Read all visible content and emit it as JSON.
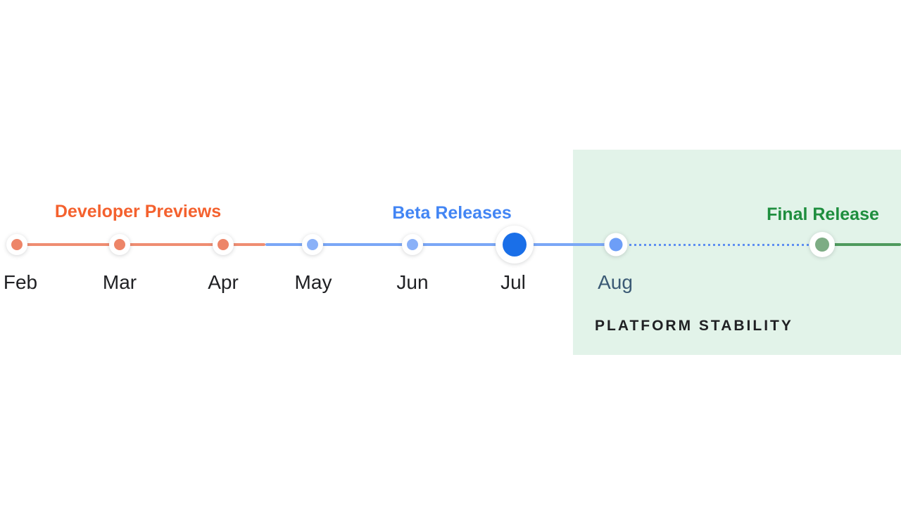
{
  "phases": [
    {
      "label": "Developer Previews"
    },
    {
      "label": "Beta Releases"
    },
    {
      "label": "Final Release"
    }
  ],
  "months": [
    {
      "label": "Feb"
    },
    {
      "label": "Mar"
    },
    {
      "label": "Apr"
    },
    {
      "label": "May"
    },
    {
      "label": "Jun"
    },
    {
      "label": "Jul"
    },
    {
      "label": "Aug"
    }
  ],
  "stability": {
    "label": "PLATFORM STABILITY"
  },
  "colors": {
    "salmon_line": "#ef8d72",
    "salmon_dot": "#ed8568",
    "blue_line": "#7aa7f6",
    "blue_light_dot": "#8ab1f8",
    "blue_strong_dot": "#1a6fe8",
    "aug_dot": "#6d9ef7",
    "blue_dotted": "#5e8ff2",
    "green_line": "#4e9a5d",
    "green_dot": "#7dac84",
    "green_bg": "#e2f3e9",
    "orange_text": "#f4612e",
    "blue_text": "#4285f4",
    "green_text": "#1e8e3e",
    "month_text": "#202124",
    "aug_text": "#3b5a75",
    "stability_text": "#202124"
  }
}
